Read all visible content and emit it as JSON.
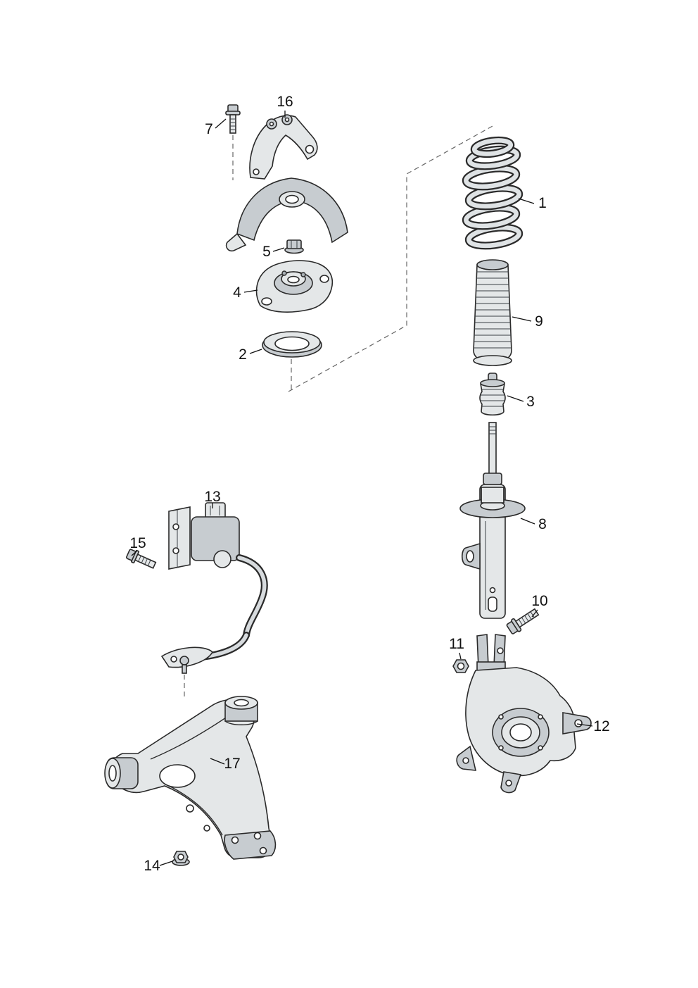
{
  "diagram": {
    "type": "exploded-parts-diagram",
    "subject": "front-suspension",
    "background": "#ffffff",
    "line_color": "#2a2a2a",
    "fill_light": "#e4e7e8",
    "fill_mid": "#c7ccd0",
    "callouts": [
      {
        "label": "1",
        "part": "coil-spring"
      },
      {
        "label": "2",
        "part": "spring-seat-bearing"
      },
      {
        "label": "3",
        "part": "bump-stop"
      },
      {
        "label": "4",
        "part": "strut-top-mount"
      },
      {
        "label": "5",
        "part": "hex-flange-nut"
      },
      {
        "label": "7",
        "part": "hex-bolt"
      },
      {
        "label": "8",
        "part": "shock-absorber-strut"
      },
      {
        "label": "9",
        "part": "protective-boot"
      },
      {
        "label": "10",
        "part": "hex-bolt"
      },
      {
        "label": "11",
        "part": "hex-nut"
      },
      {
        "label": "12",
        "part": "steering-knuckle"
      },
      {
        "label": "13",
        "part": "level-sensor"
      },
      {
        "label": "14",
        "part": "hex-nut"
      },
      {
        "label": "15",
        "part": "hex-bolt"
      },
      {
        "label": "16",
        "part": "bracket"
      },
      {
        "label": "17",
        "part": "control-arm"
      }
    ]
  }
}
